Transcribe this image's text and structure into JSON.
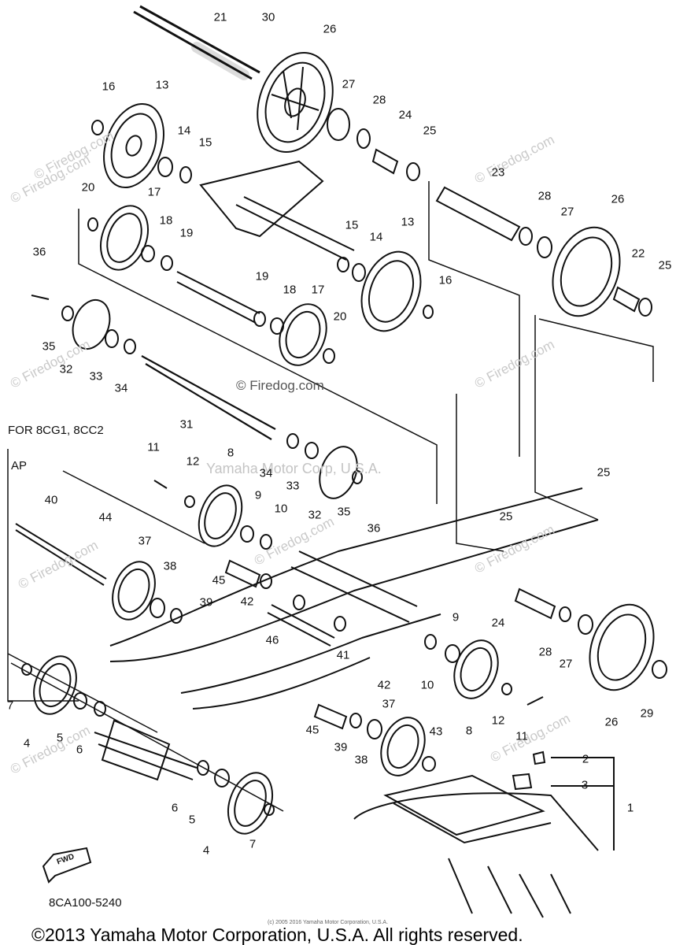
{
  "diagram": {
    "header_notes": [
      "FOR 8CG1, 8CC2",
      "AP"
    ],
    "fwd_label": "FWD",
    "part_code": "8CA100-5240",
    "watermarks": [
      "© Firedog.com",
      "Yamaha Motor Corp, U.S.A."
    ],
    "small_print": "(c) 2005 2016 Yamaha Motor Corporation, U.S.A.",
    "copyright": "©2013 Yamaha Motor Corporation, U.S.A. All rights reserved.",
    "callouts": [
      "21",
      "30",
      "26",
      "16",
      "13",
      "27",
      "28",
      "24",
      "25",
      "14",
      "15",
      "20",
      "17",
      "23",
      "28",
      "27",
      "26",
      "18",
      "19",
      "15",
      "14",
      "13",
      "22",
      "25",
      "36",
      "19",
      "18",
      "17",
      "16",
      "35",
      "32",
      "33",
      "34",
      "20",
      "31",
      "11",
      "12",
      "8",
      "34",
      "33",
      "25",
      "9",
      "10",
      "32",
      "35",
      "36",
      "25",
      "40",
      "44",
      "37",
      "38",
      "45",
      "42",
      "39",
      "24",
      "46",
      "41",
      "9",
      "28",
      "27",
      "7",
      "42",
      "10",
      "8",
      "12",
      "29",
      "5",
      "4",
      "6",
      "45",
      "37",
      "43",
      "26",
      "39",
      "38",
      "11",
      "2",
      "6",
      "5",
      "3",
      "1",
      "4",
      "7"
    ]
  }
}
